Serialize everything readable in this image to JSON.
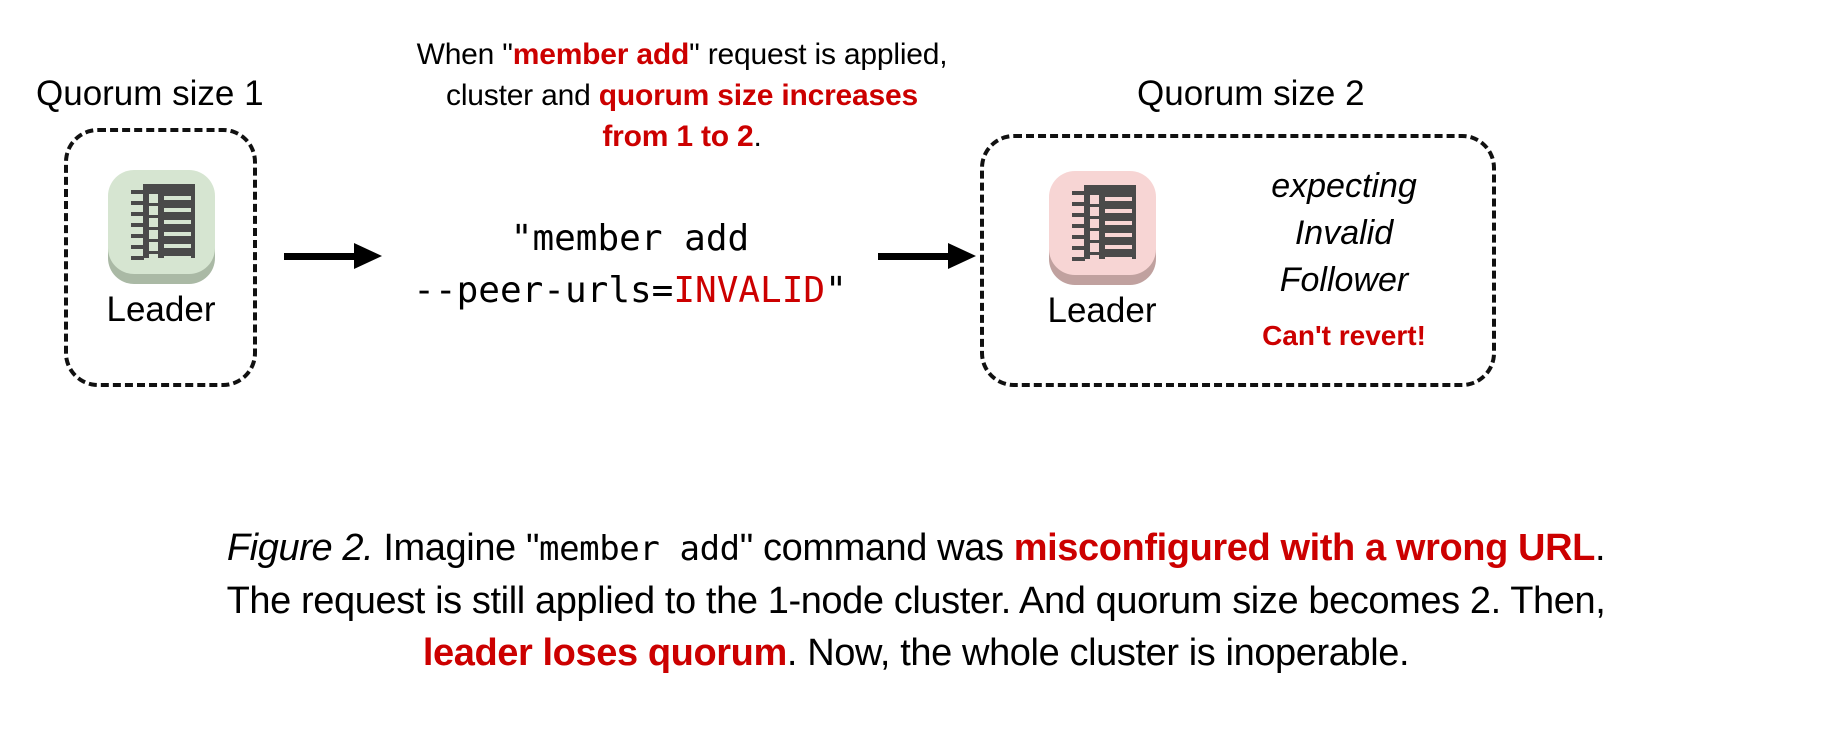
{
  "colors": {
    "accent_red": "#cc0000",
    "leader_healthy_bg": "#d6e5d1",
    "leader_error_bg": "#f7d5d4",
    "icon_body": "#4a4a4a",
    "text": "#000000"
  },
  "top_annotation": {
    "line1_prefix": "When \"",
    "line1_emphasis": "member add",
    "line1_suffix": "\" request is applied,",
    "line2_prefix": "cluster and ",
    "line2_emphasis": "quorum size increases",
    "line3_emphasis": "from 1 to 2",
    "line3_suffix": "."
  },
  "clusters": {
    "left": {
      "heading": "Quorum size 1",
      "node_label": "Leader",
      "icon_name": "server-rack-icon"
    },
    "right": {
      "heading": "Quorum size 2",
      "node_label": "Leader",
      "icon_name": "server-rack-icon",
      "status_lines": [
        "expecting",
        "Invalid",
        "Follower"
      ],
      "warning": "Can't revert!"
    }
  },
  "command": {
    "line1": "\"member add",
    "line2_prefix": "--peer-urls=",
    "line2_value": "INVALID",
    "line2_suffix": "\""
  },
  "arrows": {
    "left_name": "arrow-apply-request",
    "right_name": "arrow-resulting-state"
  },
  "caption": {
    "figure_label": "Figure 2.",
    "part1": " Imagine \"",
    "command": "member add",
    "part2": "\" command was ",
    "emphasis1": "misconfigured with a wrong URL",
    "part3": ".",
    "line2": "The request is still applied to the 1-node cluster. And quorum size becomes 2. Then,",
    "emphasis2": "leader loses quorum",
    "part4": ". Now, the whole cluster is inoperable."
  }
}
